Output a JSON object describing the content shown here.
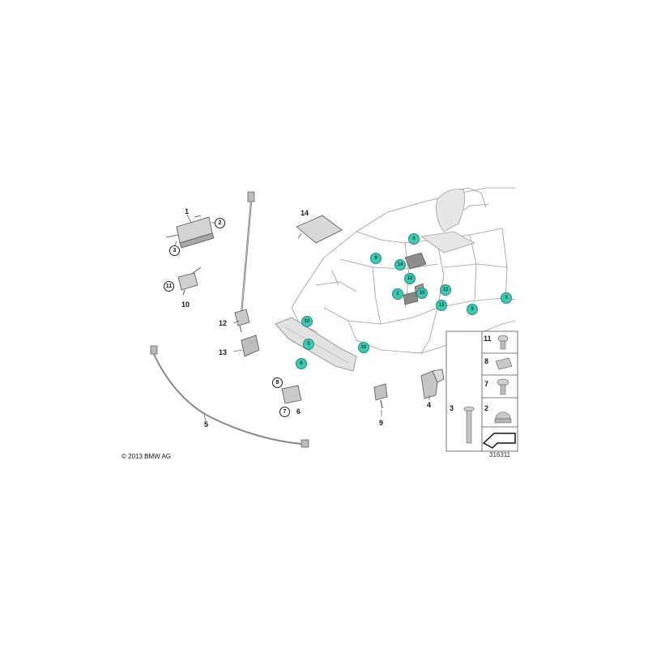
{
  "copyright": "© 2013 BMW AG",
  "image_number": "316311",
  "part_labels": [
    "1",
    "2",
    "3",
    "10",
    "11",
    "12",
    "13",
    "5",
    "14",
    "8",
    "7",
    "6",
    "9",
    "4"
  ],
  "car_markers": [
    "4",
    "9",
    "14",
    "12",
    "1",
    "10",
    "12",
    "13",
    "9",
    "4",
    "10",
    "5",
    "6",
    "10"
  ],
  "legend_numbers": [
    "11",
    "8",
    "7",
    "3",
    "2"
  ]
}
